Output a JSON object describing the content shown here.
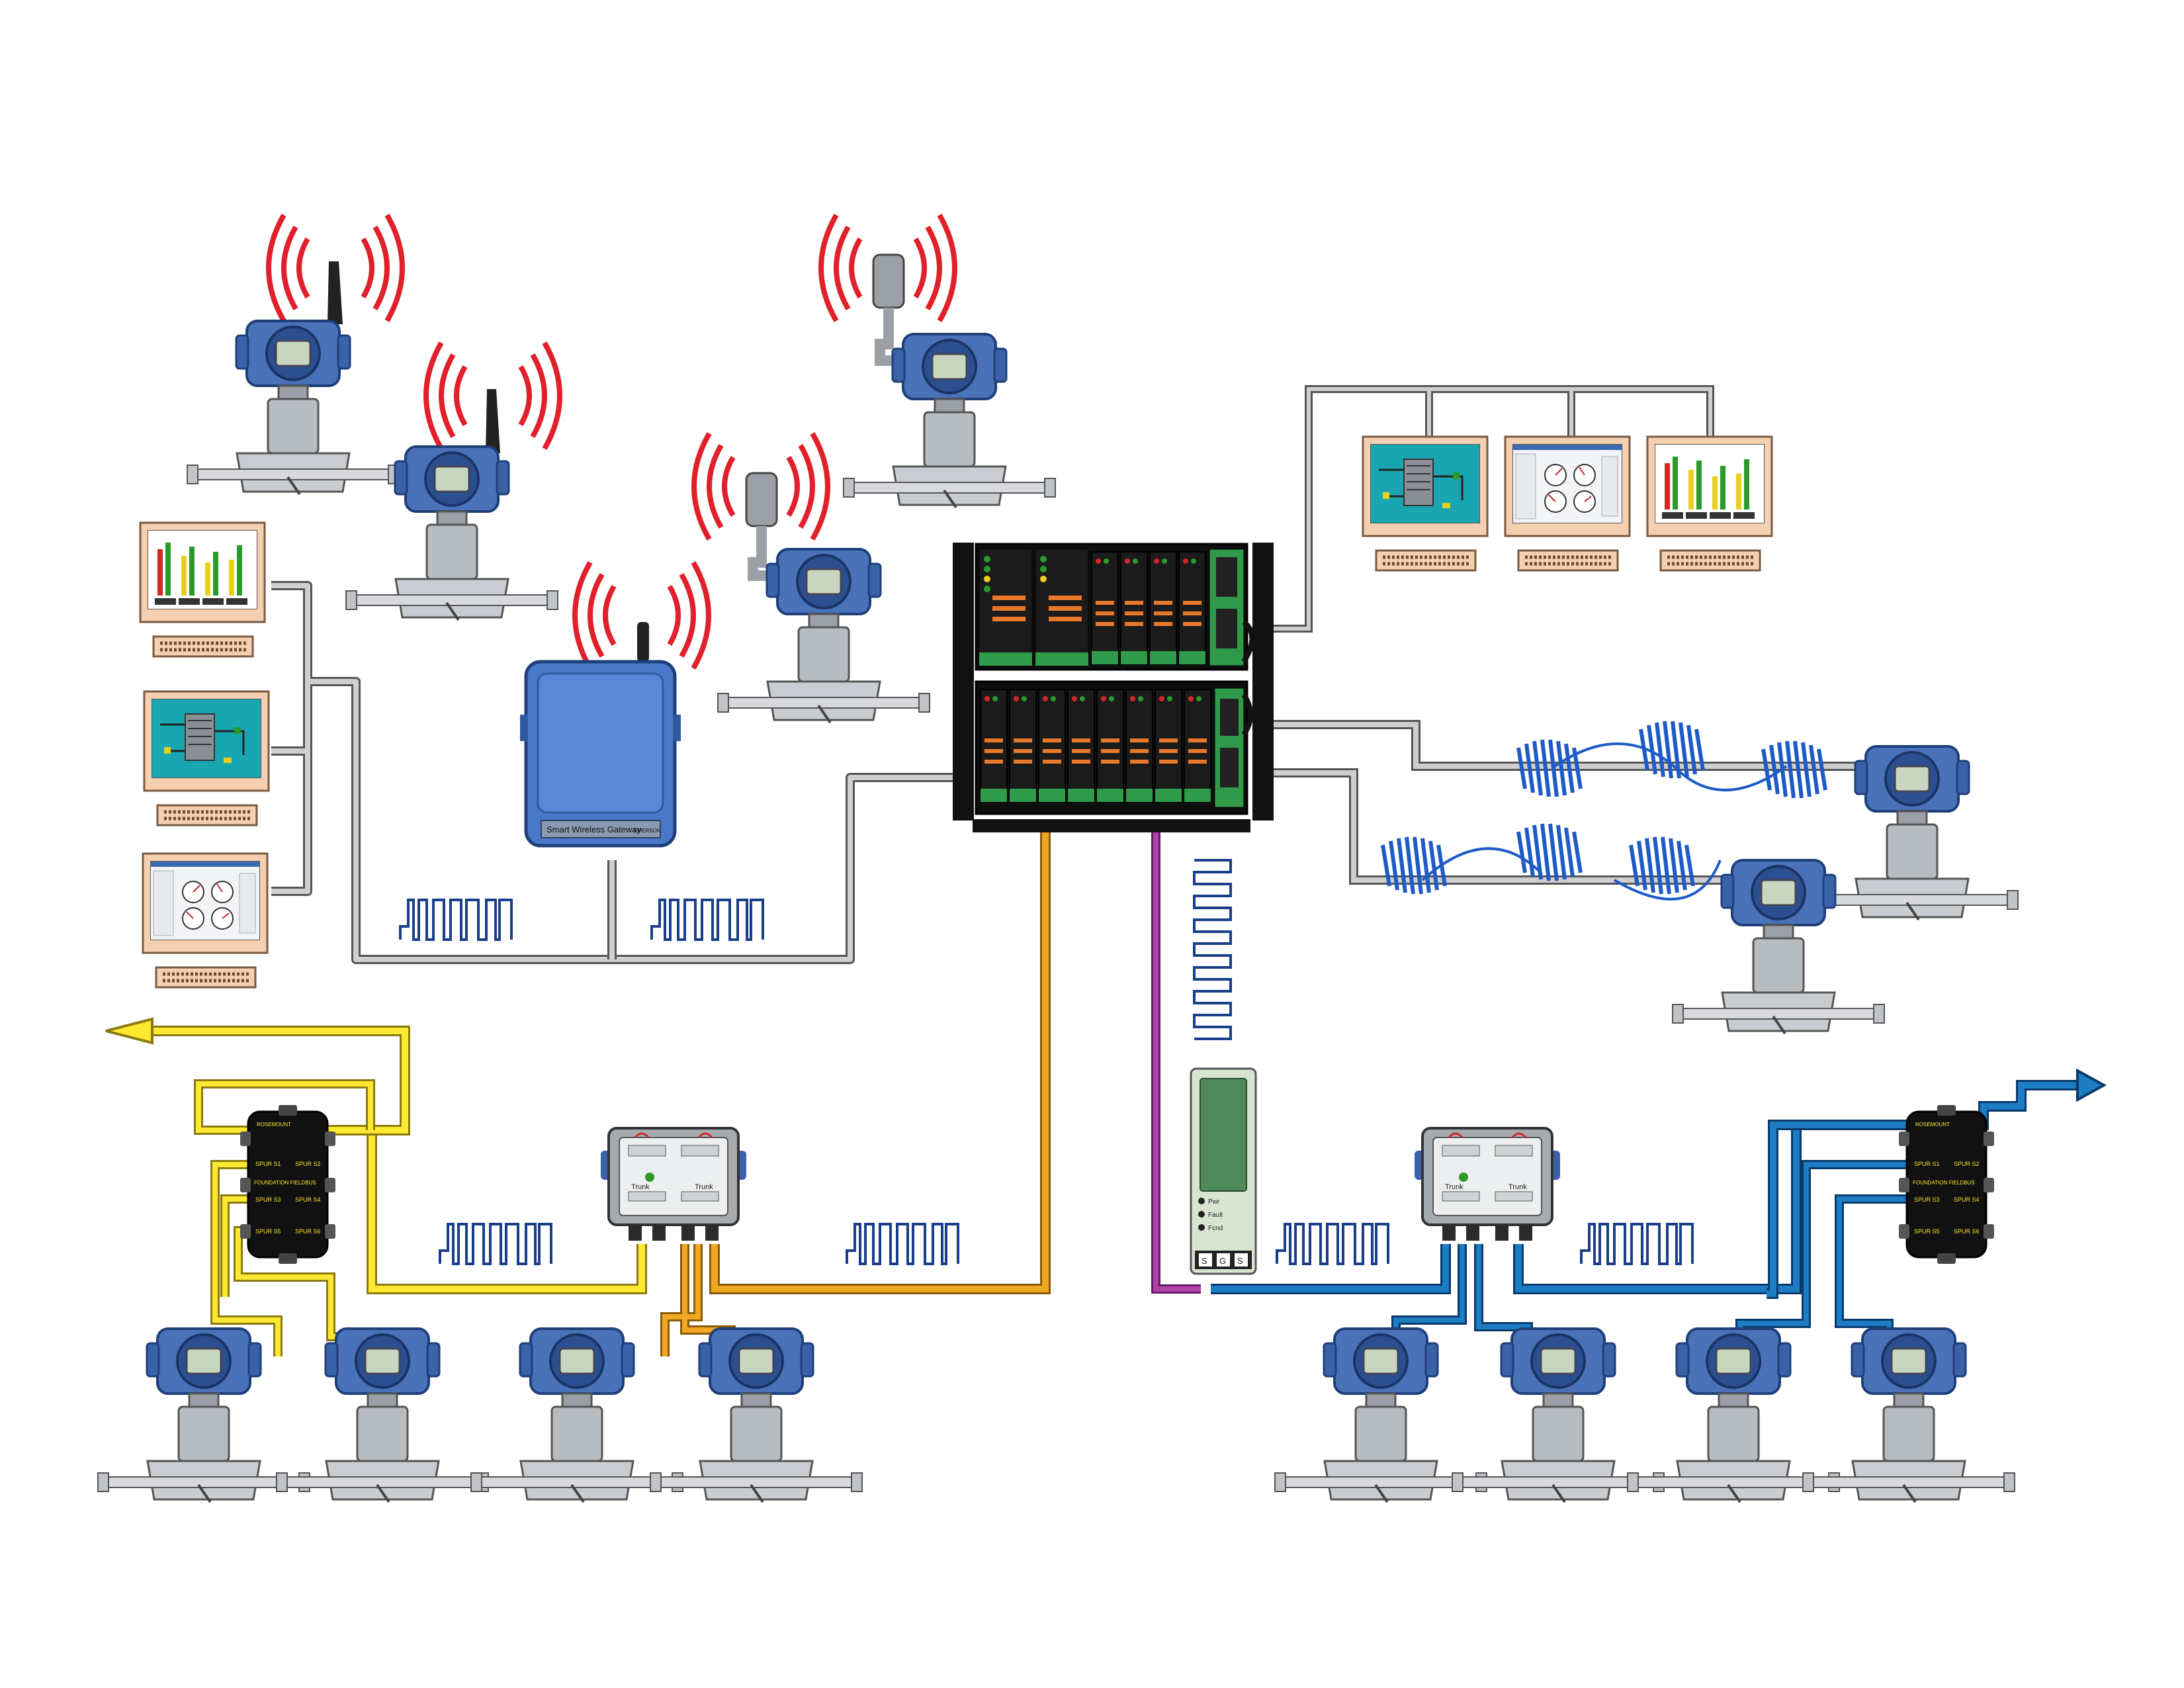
{
  "gateway": {
    "label": "Smart Wireless Gateway",
    "logo": "EMERSON"
  },
  "foundation_fieldbus_blocks": {
    "title": "FOUNDATION FIELDBUS",
    "brand": "ROSEMOUNT",
    "spurs": [
      "SPUR S1",
      "SPUR S2",
      "SPUR S3",
      "SPUR S4",
      "SPUR S5",
      "SPUR S6"
    ]
  },
  "junction_box": {
    "trunk_label": "Trunk"
  },
  "power_module": {
    "leds": [
      "Pwr",
      "Fault",
      "Fcnd"
    ],
    "terminals": [
      "S",
      "G",
      "S"
    ]
  },
  "colors": {
    "wireless_wave": "#e0202a",
    "transmitter_blue": "#4a72b8",
    "control_network": "#a9a9a9",
    "fieldbus_yellow": "#ffe832",
    "fieldbus_orange": "#f0a824",
    "fieldbus_blue": "#1c7cc4",
    "hart_purple": "#b042a8",
    "signal_wave": "#1a3f8a",
    "noise_coil": "#1e5bc6",
    "monitor_bezel": "#f5d0b0"
  }
}
